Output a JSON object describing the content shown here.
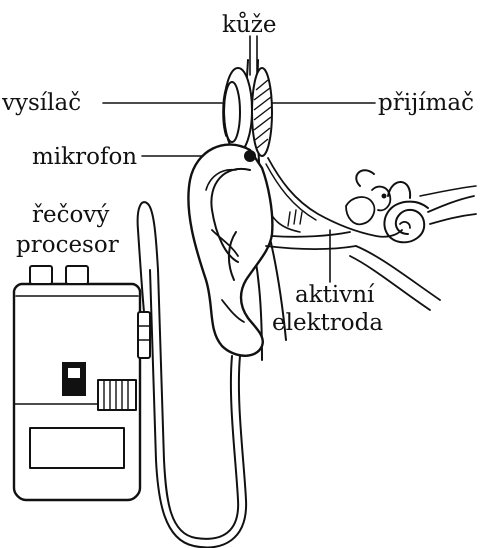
{
  "labels": {
    "skin": "kůže",
    "transmitter": "vysílač",
    "receiver": "přijímač",
    "microphone": "mikrofon",
    "processor_line1": "řečový",
    "processor_line2": "procesor",
    "electrode_line1": "aktivní",
    "electrode_line2": "elektroda"
  }
}
